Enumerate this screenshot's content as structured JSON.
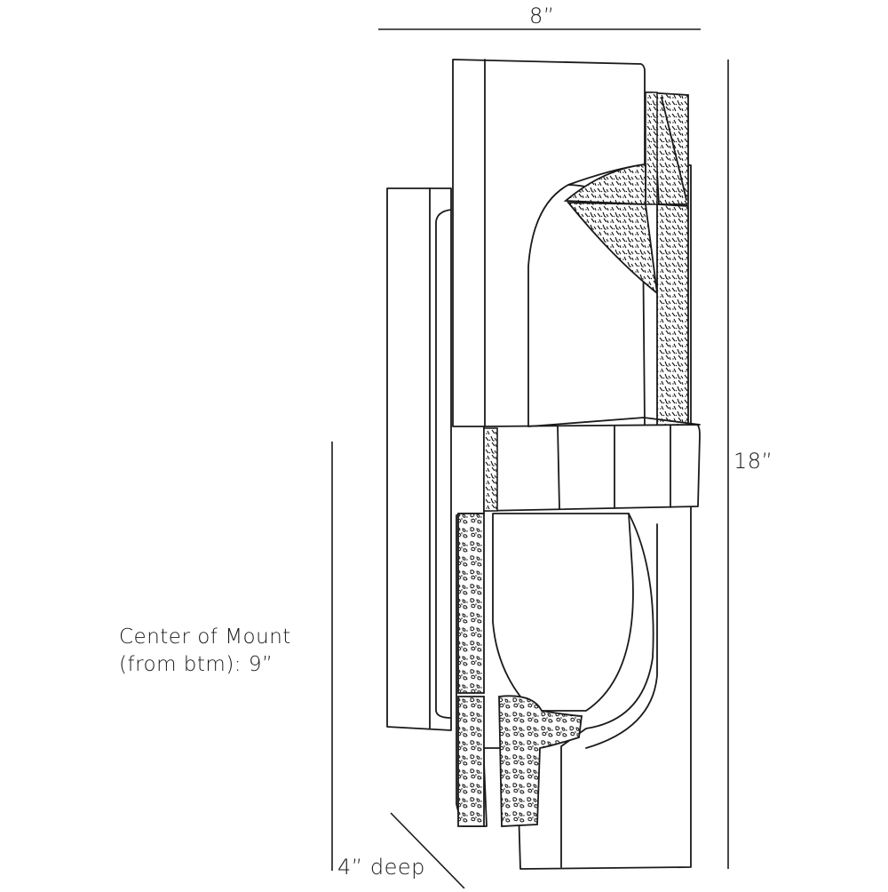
{
  "diagram": {
    "type": "product-dimension-line-drawing",
    "subject": "wall sconce, side/three-quarter view with textured inlay panels",
    "colors": {
      "line": "#1a1a1a",
      "background": "#ffffff"
    }
  },
  "dimensions": {
    "width": {
      "label": "8”"
    },
    "height": {
      "label": "18”"
    },
    "mount": {
      "line1": "Center of Mount",
      "line2": "(from btm): 9”"
    },
    "depth": {
      "label": "4” deep"
    }
  }
}
